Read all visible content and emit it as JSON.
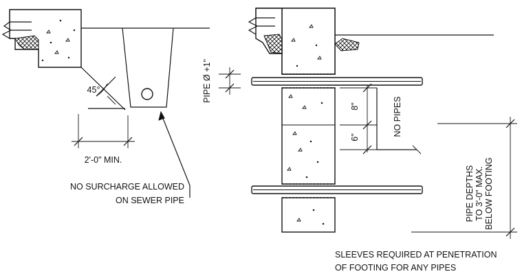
{
  "labels": {
    "angle": "45°",
    "min_distance": "2'-0\" MIN.",
    "surcharge_line1": "NO SURCHARGE ALLOWED",
    "surcharge_line2": "ON SEWER PIPE",
    "pipe_clearance": "PIPE Ø +1\"",
    "dim_8": "8\"",
    "dim_6": "6\"",
    "no_pipes": "NO PIPES",
    "depth_line1": "PIPE DEPTHS",
    "depth_line2": "TO 3'-0\" MAX.",
    "depth_line3": "BELOW FOOTING",
    "sleeves_line1": "SLEEVES REQUIRED AT PENETRATION",
    "sleeves_line2": "OF FOOTING FOR ANY PIPES"
  }
}
